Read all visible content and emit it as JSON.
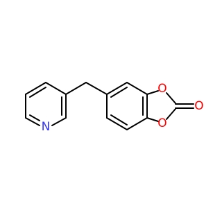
{
  "molecule": {
    "atoms": {
      "pyridine_nitrogen": {
        "symbol": "N",
        "color": "#3333ff"
      },
      "ring_oxygen_top": {
        "symbol": "O",
        "color": "#ff0000"
      },
      "ring_oxygen_bottom": {
        "symbol": "O",
        "color": "#ff0000"
      },
      "carbonyl_oxygen": {
        "symbol": "O",
        "color": "#ff0000"
      }
    },
    "bond_color": "#000000"
  }
}
